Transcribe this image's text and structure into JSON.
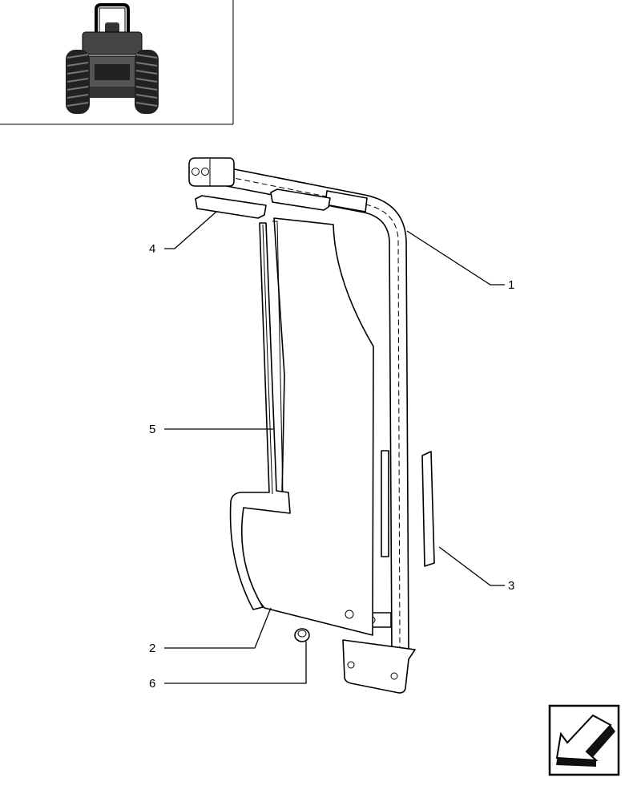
{
  "callouts": {
    "part_1": "1",
    "part_2": "2",
    "part_3": "3",
    "part_4": "4",
    "part_5": "5",
    "part_6": "6"
  },
  "icons": {
    "thumbnail": "tractor-rear-view-icon",
    "navigation": "back-arrow-icon"
  }
}
